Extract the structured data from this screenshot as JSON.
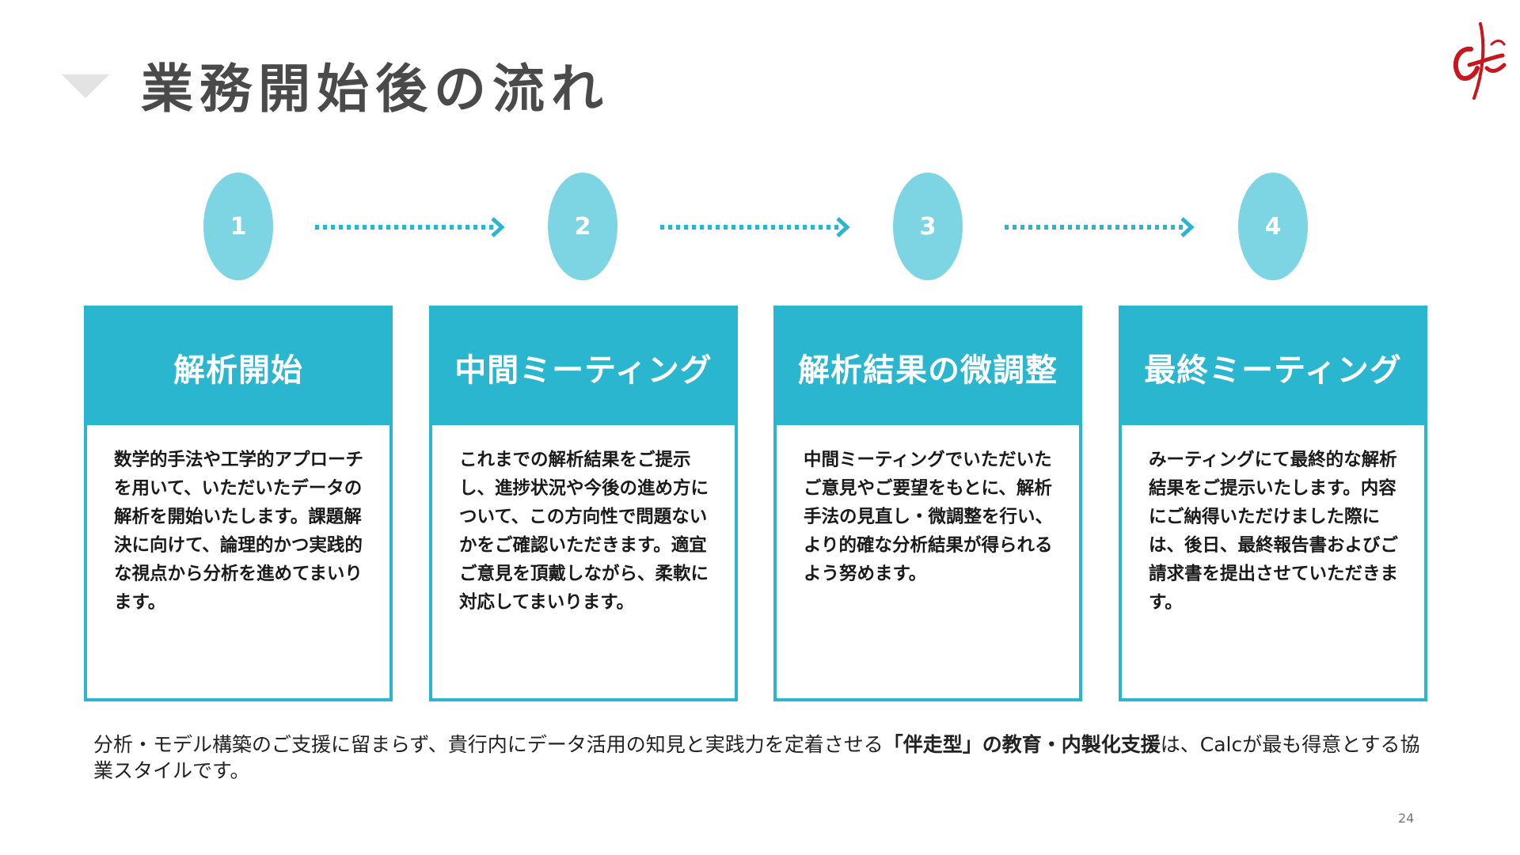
{
  "header": {
    "title": "業務開始後の流れ"
  },
  "colors": {
    "accent": "#2bb6d0",
    "step_circle": "#7dd4e2",
    "title_text": "#4a4a4a",
    "logo_red": "#c8161d"
  },
  "steps": [
    {
      "number": "1",
      "title": "解析開始",
      "description": "数学的手法や工学的アプローチを用いて、いただいたデータの解析を開始いたします。課題解決に向けて、論理的かつ実践的な視点から分析を進めてまいります。"
    },
    {
      "number": "2",
      "title": "中間ミーティング",
      "description": "これまでの解析結果をご提示し、進捗状況や今後の進め方について、この方向性で問題ないかをご確認いただきます。適宜ご意見を頂戴しながら、柔軟に対応してまいります。"
    },
    {
      "number": "3",
      "title": "解析結果の微調整",
      "description": "中間ミーティングでいただいたご意見やご要望をもとに、解析手法の見直し・微調整を行い、より的確な分析結果が得られるよう努めます。"
    },
    {
      "number": "4",
      "title": "最終ミーティング",
      "description": "みーティングにて最終的な解析結果をご提示いたします。内容にご納得いただけました際には、後日、最終報告書およびご請求書を提出させていただきます。"
    }
  ],
  "summary": {
    "part1": "分析・モデル構築のご支援に留まらず、貴行内にデータ活用の知見と実践力を定着させる",
    "emphasis": "「伴走型」の教育・内製化支援",
    "part2": "は、Calcが最も得意とする協業スタイルです。"
  },
  "footer": {
    "page_number": "24"
  },
  "icons": {
    "logo": "red-brush-logo-icon",
    "title_marker": "triangle-down-icon",
    "step_arrow": "dotted-arrow-right-icon"
  }
}
